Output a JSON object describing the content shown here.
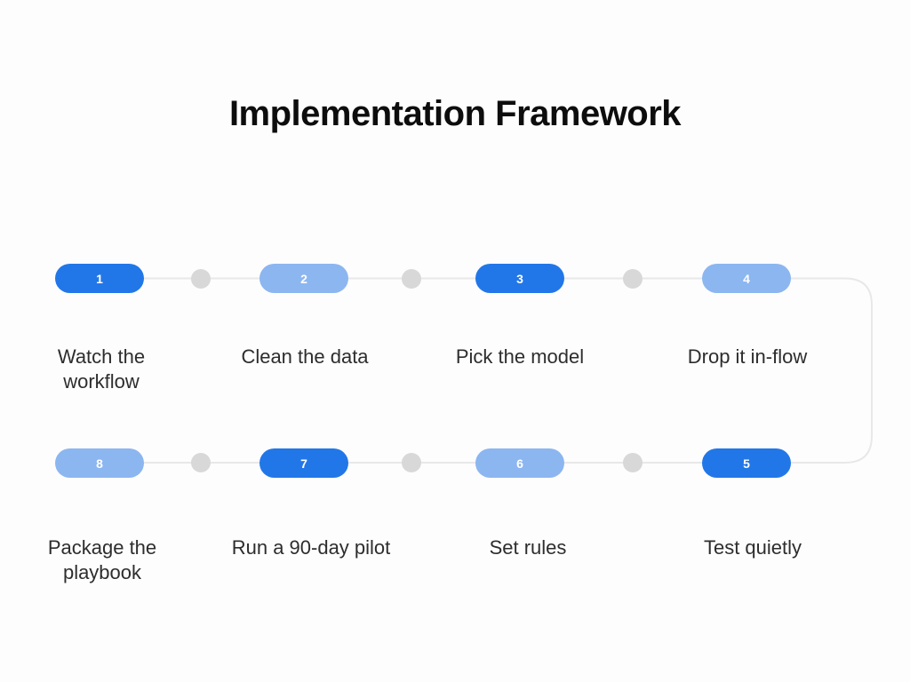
{
  "title": "Implementation Framework",
  "colors": {
    "primary": "#2277e8",
    "secondary": "#8cb6f0",
    "dot": "#d8d8d8",
    "line": "#e8e8e8"
  },
  "steps": [
    {
      "number": "1",
      "label": "Watch the workflow",
      "variant": "primary"
    },
    {
      "number": "2",
      "label": "Clean the data",
      "variant": "secondary"
    },
    {
      "number": "3",
      "label": "Pick the model",
      "variant": "primary"
    },
    {
      "number": "4",
      "label": "Drop it in-flow",
      "variant": "secondary"
    },
    {
      "number": "5",
      "label": "Test quietly",
      "variant": "primary"
    },
    {
      "number": "6",
      "label": "Set rules",
      "variant": "secondary"
    },
    {
      "number": "7",
      "label": "Run a 90-day pilot",
      "variant": "primary"
    },
    {
      "number": "8",
      "label": "Package the playbook",
      "variant": "secondary"
    }
  ]
}
